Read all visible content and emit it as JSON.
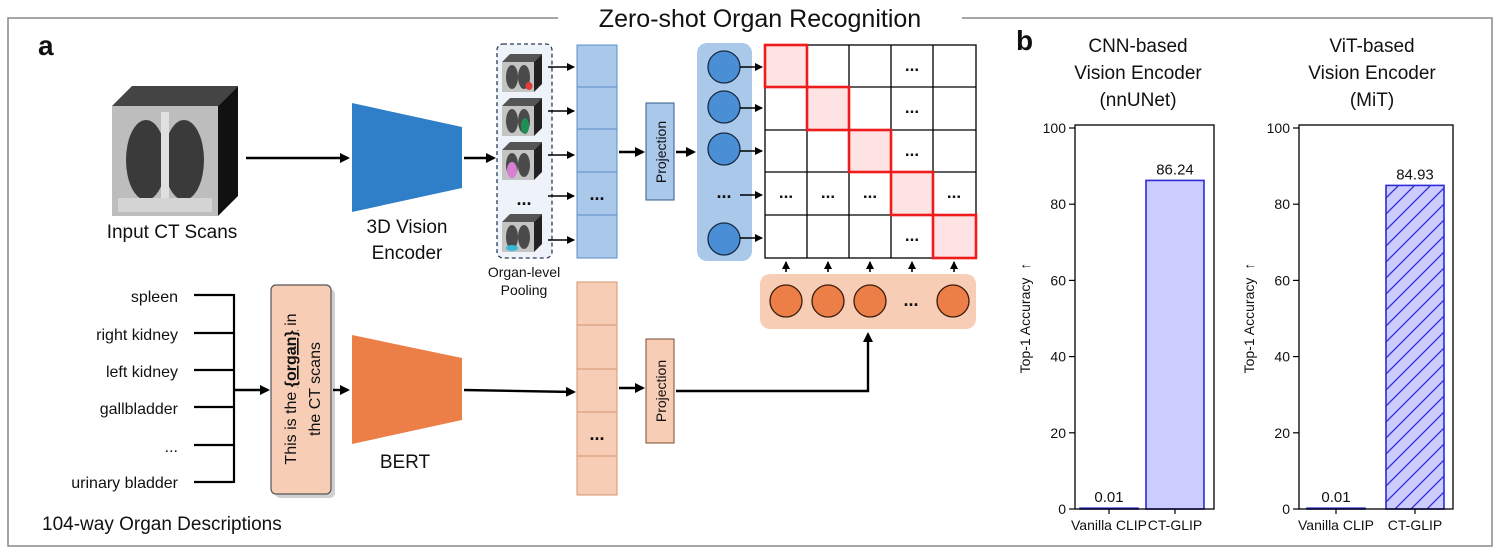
{
  "title": "Zero-shot Organ Recognition",
  "panel_a": {
    "label": "a",
    "input_label": "Input CT Scans",
    "vision_encoder_label": [
      "3D Vision",
      "Encoder"
    ],
    "pooling_label": [
      "Organ-level",
      "Pooling"
    ],
    "projection_label": "Projection",
    "ellipsis": "...",
    "organs": [
      "spleen",
      "right kidney",
      "left kidney",
      "gallbladder",
      "...",
      "urinary bladder"
    ],
    "prompt_prefix": "This is the ",
    "prompt_keyword": "{organ}",
    "prompt_suffix": " in",
    "prompt_line2": "the CT scans",
    "text_encoder_label": "BERT",
    "descriptions_label": "104-way Organ Descriptions"
  },
  "panel_b": {
    "label": "b",
    "axis_label": "Top-1 Accuracy",
    "axis_arrow": "↑"
  },
  "chart_data": [
    {
      "type": "bar",
      "title": [
        "CNN-based",
        "Vision Encoder",
        "(nnUNet)"
      ],
      "categories": [
        "Vanilla CLIP",
        "CT-GLIP"
      ],
      "values": [
        0.01,
        86.24
      ],
      "value_labels": [
        "0.01",
        "86.24"
      ],
      "ylabel": "Top-1 Accuracy",
      "ylim": [
        0,
        100
      ],
      "yticks": [
        0,
        20,
        40,
        60,
        80,
        100
      ],
      "hatch": false,
      "colors": {
        "fill": "#ccccff",
        "stroke": "#2b2bd9"
      }
    },
    {
      "type": "bar",
      "title": [
        "ViT-based",
        "Vision Encoder",
        "(MiT)"
      ],
      "categories": [
        "Vanilla CLIP",
        "CT-GLIP"
      ],
      "values": [
        0.01,
        84.93
      ],
      "value_labels": [
        "0.01",
        "84.93"
      ],
      "ylabel": "Top-1 Accuracy",
      "ylim": [
        0,
        100
      ],
      "yticks": [
        0,
        20,
        40,
        60,
        80,
        100
      ],
      "hatch": true,
      "colors": {
        "fill": "#ccccff",
        "stroke": "#2b2bd9"
      }
    }
  ],
  "colors": {
    "vision_blue": "#2f7fc8",
    "feature_blue": "#a9c8ea",
    "feature_blue_dark": "#5a8fc4",
    "node_blue": "#4a8fd6",
    "text_orange": "#ec7f48",
    "feature_orange": "#f7cdb6",
    "feature_orange_dark": "#d6956f",
    "node_orange": "#ec7f48",
    "match_red": "#ee1c1c",
    "match_fill": "#fde3e3"
  }
}
